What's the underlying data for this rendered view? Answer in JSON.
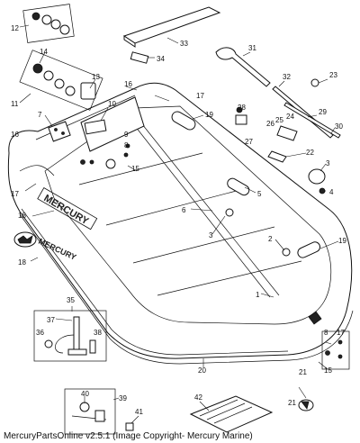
{
  "caption": "MercuryPartsOnline v2.5.1 (Image Copyright- Mercury Marine)",
  "brand_text": "MERCURY",
  "callouts": [
    {
      "id": "c1",
      "label": "1"
    },
    {
      "id": "c2",
      "label": "2"
    },
    {
      "id": "c3a",
      "label": "3"
    },
    {
      "id": "c3b",
      "label": "3"
    },
    {
      "id": "c4",
      "label": "4"
    },
    {
      "id": "c5",
      "label": "5"
    },
    {
      "id": "c6",
      "label": "6"
    },
    {
      "id": "c7",
      "label": "7"
    },
    {
      "id": "c8a",
      "label": "8"
    },
    {
      "id": "c8b",
      "label": "8"
    },
    {
      "id": "c9",
      "label": "9"
    },
    {
      "id": "c10",
      "label": "10"
    },
    {
      "id": "c11",
      "label": "11"
    },
    {
      "id": "c12",
      "label": "12"
    },
    {
      "id": "c13",
      "label": "13"
    },
    {
      "id": "c14",
      "label": "14"
    },
    {
      "id": "c15a",
      "label": "15"
    },
    {
      "id": "c15b",
      "label": "15"
    },
    {
      "id": "c16a",
      "label": "16"
    },
    {
      "id": "c16b",
      "label": "16"
    },
    {
      "id": "c17a",
      "label": "17"
    },
    {
      "id": "c17b",
      "label": "17"
    },
    {
      "id": "c17c",
      "label": "17"
    },
    {
      "id": "c18a",
      "label": "18"
    },
    {
      "id": "c18b",
      "label": "18"
    },
    {
      "id": "c19a",
      "label": "19"
    },
    {
      "id": "c19b",
      "label": "19"
    },
    {
      "id": "c20",
      "label": "20"
    },
    {
      "id": "c21a",
      "label": "21"
    },
    {
      "id": "c21b",
      "label": "21"
    },
    {
      "id": "c22",
      "label": "22"
    },
    {
      "id": "c23",
      "label": "23"
    },
    {
      "id": "c24",
      "label": "24"
    },
    {
      "id": "c25",
      "label": "25"
    },
    {
      "id": "c26",
      "label": "26"
    },
    {
      "id": "c27",
      "label": "27"
    },
    {
      "id": "c28",
      "label": "28"
    },
    {
      "id": "c29",
      "label": "29"
    },
    {
      "id": "c30",
      "label": "30"
    },
    {
      "id": "c31",
      "label": "31"
    },
    {
      "id": "c32",
      "label": "32"
    },
    {
      "id": "c33",
      "label": "33"
    },
    {
      "id": "c34",
      "label": "34"
    },
    {
      "id": "c35",
      "label": "35"
    },
    {
      "id": "c36",
      "label": "36"
    },
    {
      "id": "c37",
      "label": "37"
    },
    {
      "id": "c38",
      "label": "38"
    },
    {
      "id": "c39",
      "label": "39"
    },
    {
      "id": "c40",
      "label": "40"
    },
    {
      "id": "c41",
      "label": "41"
    },
    {
      "id": "c42",
      "label": "42"
    }
  ]
}
